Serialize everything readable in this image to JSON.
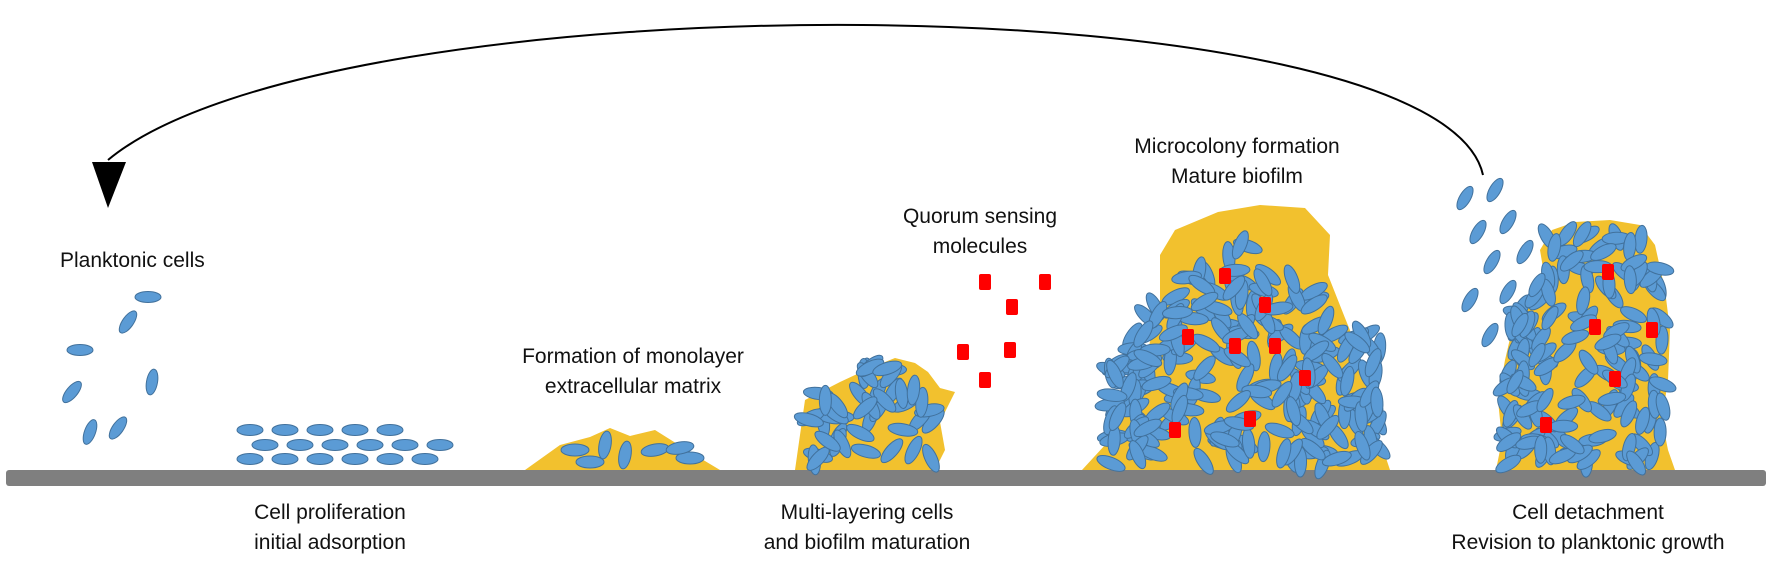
{
  "labels": {
    "planktonic": "Planktonic cells",
    "proliferation": [
      "Cell proliferation",
      "initial adsorption"
    ],
    "monolayer": [
      "Formation of monolayer",
      "extracellular matrix"
    ],
    "multilayer": [
      "Multi-layering cells",
      "and biofilm maturation"
    ],
    "quorum": [
      "Quorum sensing",
      "molecules"
    ],
    "microcolony": [
      "Microcolony formation",
      "Mature biofilm"
    ],
    "detachment": [
      "Cell detachment",
      "Revision to planktonic growth"
    ]
  },
  "colors": {
    "cell_fill": "#5b9bd5",
    "cell_stroke": "#41719c",
    "matrix": "#f2c12e",
    "quorum_molecule": "#ff0000",
    "surface": "#7f7f7f",
    "arrow": "#000000"
  }
}
